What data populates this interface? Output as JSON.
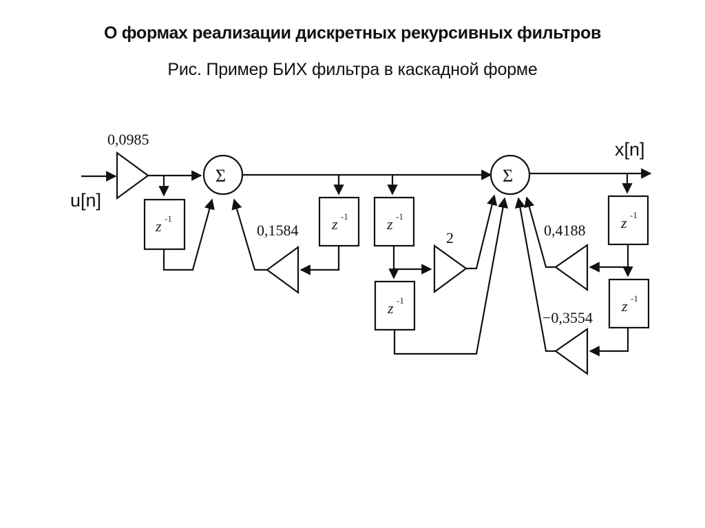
{
  "slide": {
    "title": "О формах реализации дискретных рекурсивных фильтров",
    "subtitle": "Рис. Пример БИХ фильтра в каскадной форме"
  },
  "diagram": {
    "input_label": "u[n]",
    "output_label": "x[n]",
    "sum_symbol": "Σ",
    "delay": {
      "base": "z",
      "exp": "-1"
    },
    "gains": {
      "input": "0,0985",
      "stage1_feedback": "0,1584",
      "stage2_feedforward": "2",
      "stage2_feedback_1": "0,4188",
      "stage2_feedback_2": "−0,3554"
    },
    "line_color": "#111111"
  }
}
